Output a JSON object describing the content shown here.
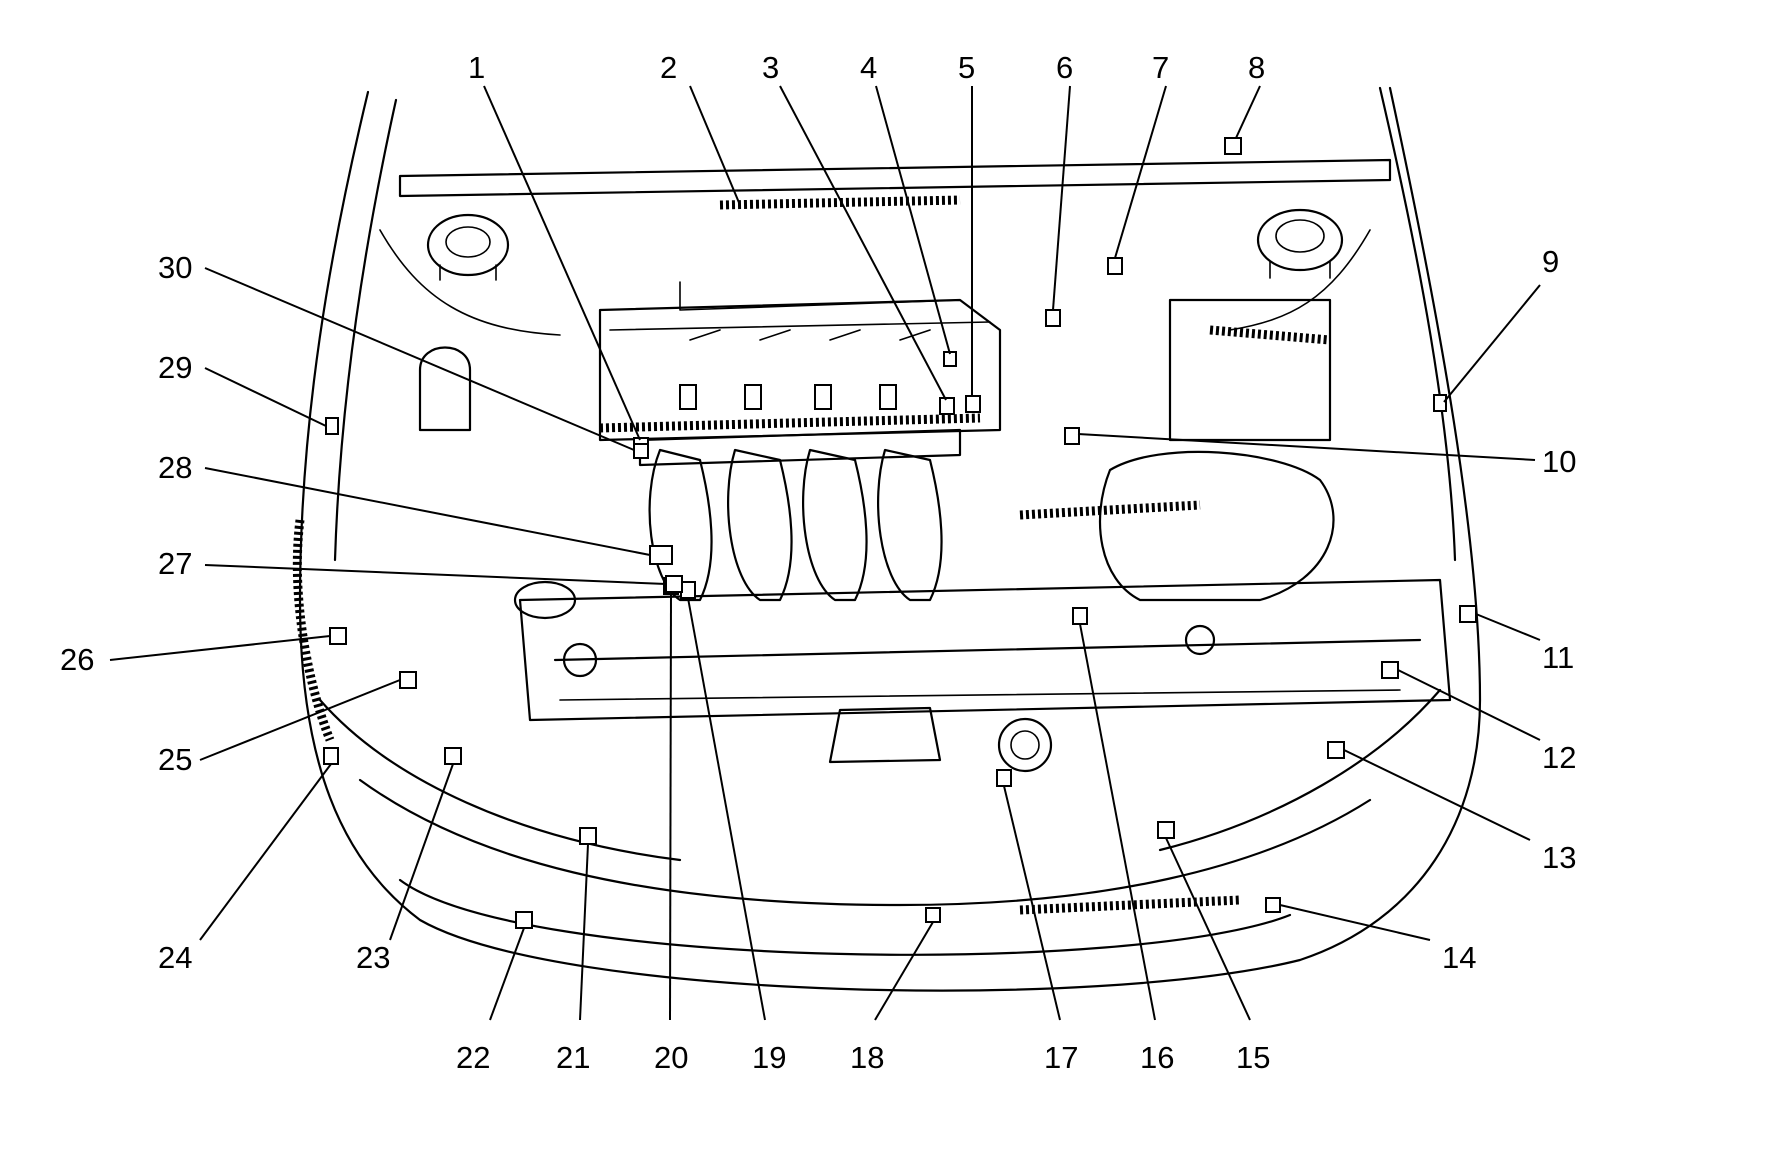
{
  "diagram": {
    "description_label": "",
    "callouts": [
      {
        "id": 1,
        "label": "1"
      },
      {
        "id": 2,
        "label": "2"
      },
      {
        "id": 3,
        "label": "3"
      },
      {
        "id": 4,
        "label": "4"
      },
      {
        "id": 5,
        "label": "5"
      },
      {
        "id": 6,
        "label": "6"
      },
      {
        "id": 7,
        "label": "7"
      },
      {
        "id": 8,
        "label": "8"
      },
      {
        "id": 9,
        "label": "9"
      },
      {
        "id": 10,
        "label": "10"
      },
      {
        "id": 11,
        "label": "11"
      },
      {
        "id": 12,
        "label": "12"
      },
      {
        "id": 13,
        "label": "13"
      },
      {
        "id": 14,
        "label": "14"
      },
      {
        "id": 15,
        "label": "15"
      },
      {
        "id": 16,
        "label": "16"
      },
      {
        "id": 17,
        "label": "17"
      },
      {
        "id": 18,
        "label": "18"
      },
      {
        "id": 19,
        "label": "19"
      },
      {
        "id": 20,
        "label": "20"
      },
      {
        "id": 21,
        "label": "21"
      },
      {
        "id": 22,
        "label": "22"
      },
      {
        "id": 23,
        "label": "23"
      },
      {
        "id": 24,
        "label": "24"
      },
      {
        "id": 25,
        "label": "25"
      },
      {
        "id": 26,
        "label": "26"
      },
      {
        "id": 27,
        "label": "27"
      },
      {
        "id": 28,
        "label": "28"
      },
      {
        "id": 29,
        "label": "29"
      },
      {
        "id": 30,
        "label": "30"
      }
    ],
    "colors": {
      "ink": "#000000",
      "paper": "#ffffff"
    }
  }
}
